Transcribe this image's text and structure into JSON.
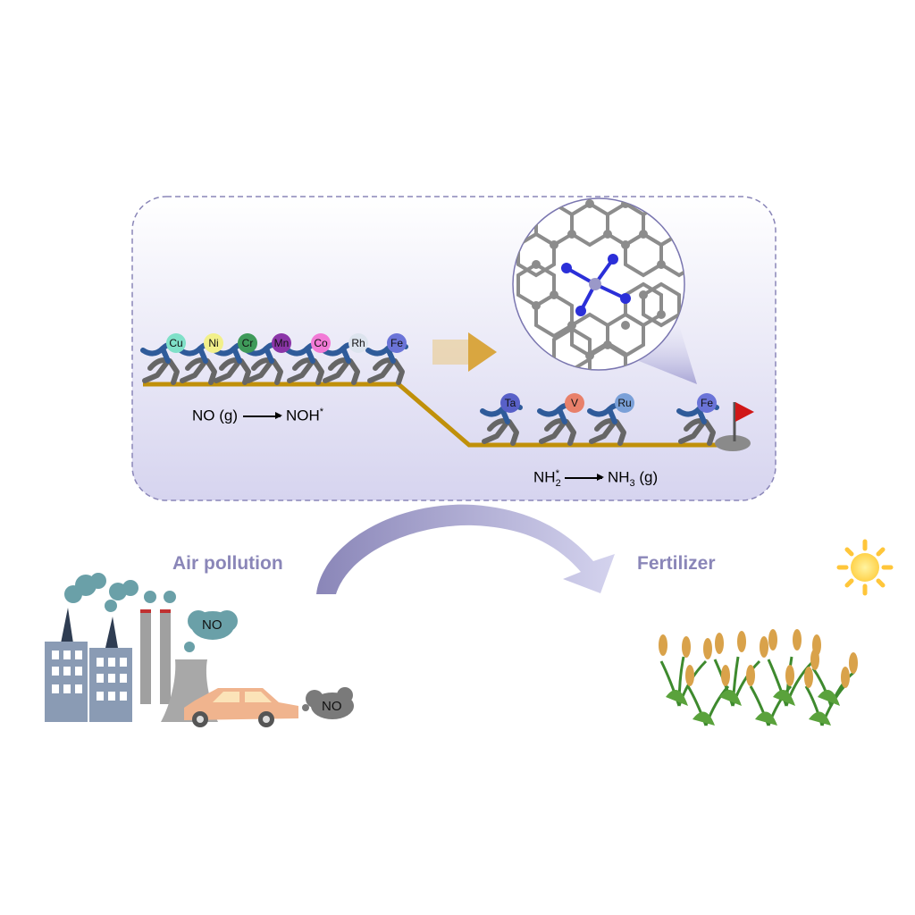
{
  "stage1": {
    "metals": [
      {
        "symbol": "Cu",
        "color": "#7fe0c8"
      },
      {
        "symbol": "Ni",
        "color": "#f2f08a"
      },
      {
        "symbol": "Cr",
        "color": "#3f9a5a"
      },
      {
        "symbol": "Mn",
        "color": "#8b35a8"
      },
      {
        "symbol": "Co",
        "color": "#f27ad6"
      },
      {
        "symbol": "Rh",
        "color": "#dde4ee"
      },
      {
        "symbol": "Fe",
        "color": "#6b74d8"
      }
    ],
    "reaction": {
      "reactant": "NO (g)",
      "product": "NOH",
      "product_sup": "*"
    }
  },
  "stage2": {
    "metals": [
      {
        "symbol": "Ta",
        "color": "#5860c8"
      },
      {
        "symbol": "V",
        "color": "#e8806a"
      },
      {
        "symbol": "Ru",
        "color": "#7aa0d8"
      },
      {
        "symbol": "Fe",
        "color": "#6b74d8"
      }
    ],
    "reaction": {
      "reactant": "NH",
      "reactant_sub": "2",
      "reactant_sup": "*",
      "product": "NH",
      "product_sub": "3",
      "product_suffix": " (g)"
    }
  },
  "labels": {
    "air_pollution": "Air pollution",
    "fertilizer": "Fertilizer",
    "no_factory": "NO",
    "no_car": "NO"
  },
  "colors": {
    "track": "#c0900a",
    "runner_arm": "#2f5b9a",
    "runner_leg": "#666666",
    "panel_border": "#8a86b8",
    "title": "#8a86b8",
    "flag": "#d01818",
    "nitrogen": "#2b2fd8",
    "carbon": "#8c8c8c"
  }
}
